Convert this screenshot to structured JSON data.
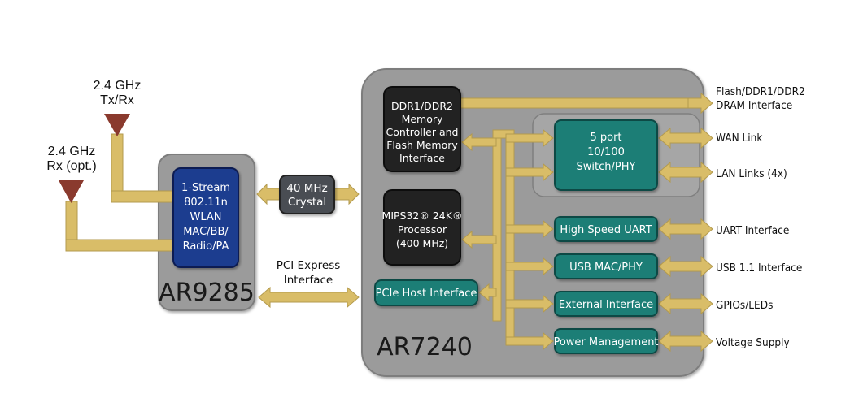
{
  "colors": {
    "bus": "#d9bd68",
    "bus_edge": "#a88c3c",
    "chip_gray": "#9b9b9b",
    "chip_gray_edge": "#7c7c7c",
    "wlan_blue": "#1f3d8f",
    "block_dark": "#232323",
    "crystal": "#4a4e52",
    "teal": "#1f7e76",
    "antenna": "#8a3a2e",
    "switch_group": "#a8a8a8"
  },
  "antennas": [
    {
      "id": "txrx",
      "label_line1": "2.4 GHz",
      "label_line2": "Tx/Rx"
    },
    {
      "id": "rx",
      "label_line1": "2.4 GHz",
      "label_line2": "Rx (opt.)"
    }
  ],
  "ar9285": {
    "name": "AR9285",
    "wlan_block": [
      "1-Stream",
      "802.11n",
      "WLAN",
      "MAC/BB/",
      "Radio/PA"
    ]
  },
  "crystal": {
    "lines": [
      "40 MHz",
      "Crystal"
    ]
  },
  "pcie_link": {
    "lines": [
      "PCI Express",
      "Interface"
    ]
  },
  "ar7240": {
    "name": "AR7240",
    "memory_block": [
      "DDR1/DDR2",
      "Memory",
      "Controller and",
      "Flash Memory",
      "Interface"
    ],
    "cpu_block": [
      "MIPS32® 24K®",
      "Processor",
      "(400 MHz)"
    ],
    "pcie_host": "PCIe Host Interface",
    "switch_block": [
      "5 port",
      "10/100",
      "Switch/PHY"
    ],
    "peripherals": [
      {
        "name": "High Speed UART",
        "external": "UART Interface"
      },
      {
        "name": "USB MAC/PHY",
        "external": "USB 1.1 Interface"
      },
      {
        "name": "External Interface",
        "external": "GPIOs/LEDs"
      },
      {
        "name": "Power Management",
        "external": "Voltage Supply"
      }
    ]
  },
  "external_links": {
    "dram": [
      "Flash/DDR1/DDR2",
      "DRAM Interface"
    ],
    "wan": "WAN Link",
    "lan": "LAN Links (4x)"
  }
}
